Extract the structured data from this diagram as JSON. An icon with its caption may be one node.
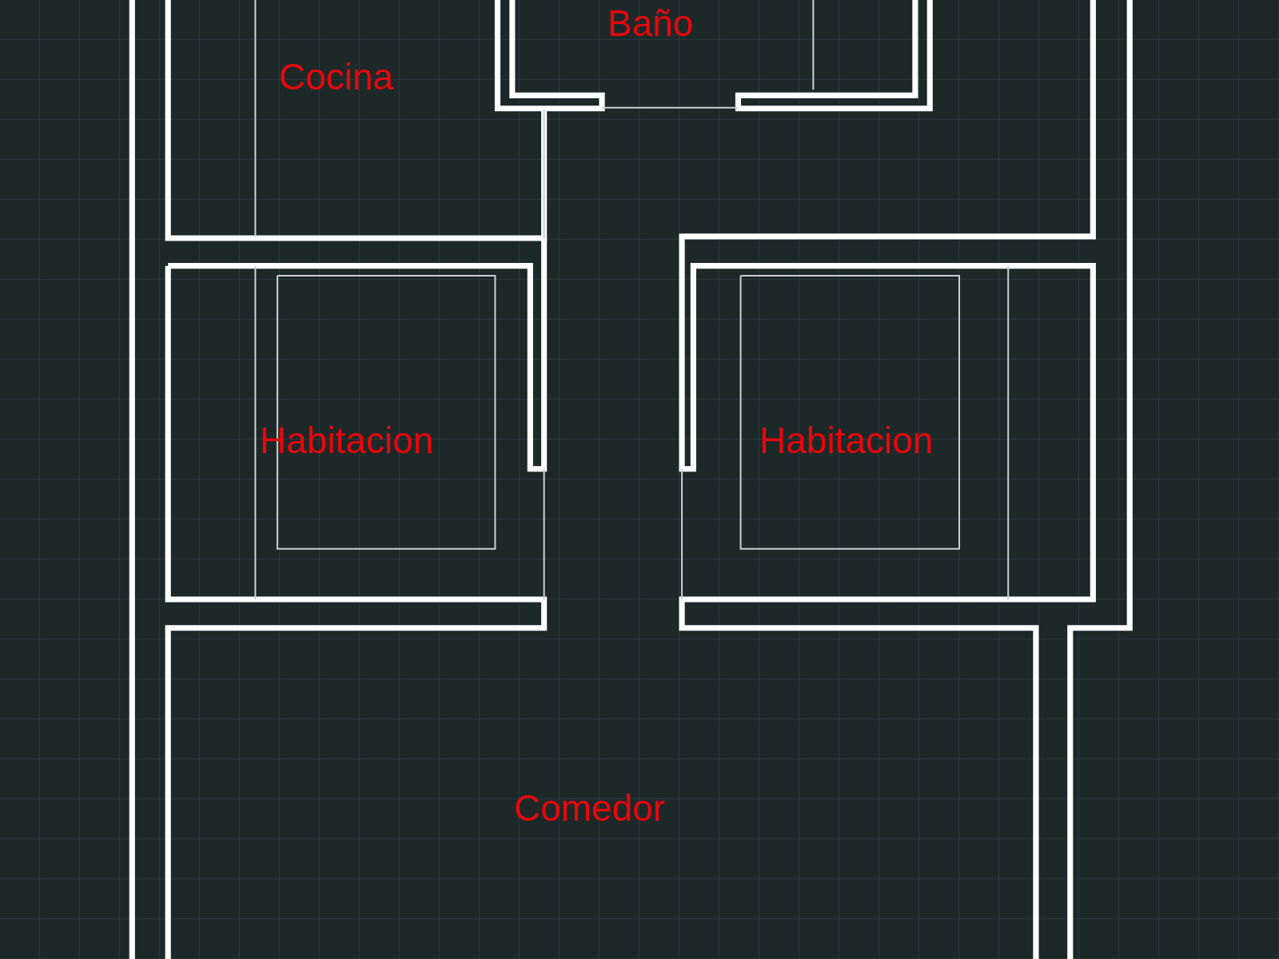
{
  "diagram": {
    "labels": [
      "Baño",
      "Cocina",
      "Habitacion",
      "Habitacion",
      "Comedor"
    ]
  }
}
